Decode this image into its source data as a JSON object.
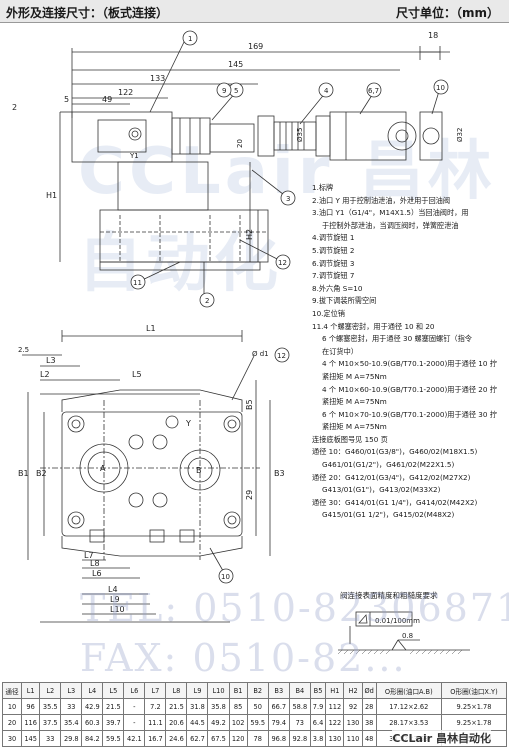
{
  "header": {
    "left": "外形及连接尺寸：（板式连接）",
    "right": "尺寸单位：（mm）"
  },
  "watermarks": {
    "brand": "CCLair 昌林自动化",
    "tel": "TEL: 0510-82306871",
    "fax": "FAX: 0510-82..."
  },
  "top_view": {
    "dims": [
      "169",
      "145",
      "133",
      "122",
      "49",
      "5",
      "2",
      "18",
      "H1",
      "H2",
      "Ø35",
      "Ø32",
      "20",
      "Y1"
    ],
    "balloons": [
      "1",
      "2",
      "3",
      "4",
      "5",
      "6,7",
      "9",
      "10",
      "11",
      "12"
    ]
  },
  "plan_view": {
    "dims": [
      "L1",
      "L2",
      "L3",
      "L5",
      "L6",
      "L7",
      "L8",
      "L4",
      "L9",
      "L10",
      "2.5",
      "B1",
      "B2",
      "B3",
      "B5",
      "29",
      "Ø d1"
    ],
    "ports": [
      "A",
      "B",
      "Y"
    ],
    "balloons": [
      "12",
      "10"
    ]
  },
  "notes": [
    "1.标牌",
    "2.油口 Y 用于控制油泄油，外泄用于回油阀",
    "3.油口 Y1（G1/4\"，M14X1.5）当回油阀时，用",
    "于控制外部泄油，当调压阀时，弹簧腔泄油",
    "4.调节旋钮 1",
    "5.调节旋钮 2",
    "6.调节旋钮 3",
    "7.调节旋钮 7",
    "8.外六角 S=10",
    "9.拔下调装所需空间",
    "10.定位销",
    "11.4 个螺塞密封，用于通径 10 和 20",
    "6 个螺塞密封，用于通径 30 螺塞固螺钉（指令",
    "在订货中）",
    "4 个 M10×50-10.9(GB/T70.1-2000)用于通径 10 拧",
    "紧扭矩 M A=75Nm",
    "4 个 M10×60-10.9(GB/T70.1-2000)用于通径 20 拧",
    "紧扭矩 M A=75Nm",
    "6 个 M10×70-10.9(GB/T70.1-2000)用于通径 30 拧",
    "紧扭矩 M A=75Nm",
    "连接底板图号见 150 页",
    "通径 10：G460/01(G3/8\")，G460/02(M18X1.5)",
    "G461/01(G1/2\")，G461/02(M22X1.5)",
    "通径 20：G412/01(G3/4\")，G412/02(M27X2)",
    "G413/01(G1\")，G413/02(M33X2)",
    "通径 30：G414/01(G1 1/4\")，G414/02(M42X2)",
    "G415/01(G1 1/2\")，G415/02(M48X2)"
  ],
  "surface": {
    "title": "阀连接表面精度和粗糙度要求",
    "flatness": "0.01/100mm",
    "roughness": "0.8"
  },
  "table": {
    "headers": [
      "通径",
      "L1",
      "L2",
      "L3",
      "L4",
      "L5",
      "L6",
      "L7",
      "L8",
      "L9",
      "L10",
      "B1",
      "B2",
      "B3",
      "B4",
      "B5",
      "H1",
      "H2",
      "Ød",
      "O形圈(油口A.B)",
      "O形圈(油口X.Y)"
    ],
    "rows": [
      [
        "10",
        "96",
        "35.5",
        "33",
        "42.9",
        "21.5",
        "-",
        "7.2",
        "21.5",
        "31.8",
        "35.8",
        "85",
        "50",
        "66.7",
        "58.8",
        "7.9",
        "112",
        "92",
        "28",
        "17.12×2.62",
        "9.25×1.78"
      ],
      [
        "20",
        "116",
        "37.5",
        "35.4",
        "60.3",
        "39.7",
        "-",
        "11.1",
        "20.6",
        "44.5",
        "49.2",
        "102",
        "59.5",
        "79.4",
        "73",
        "6.4",
        "122",
        "130",
        "38",
        "28.17×3.53",
        "9.25×1.78"
      ],
      [
        "30",
        "145",
        "33",
        "29.8",
        "84.2",
        "59.5",
        "42.1",
        "16.7",
        "24.6",
        "62.7",
        "67.5",
        "120",
        "78",
        "96.8",
        "92.8",
        "3.8",
        "130",
        "110",
        "48",
        "34.52×3.53",
        "9.25×1.78"
      ]
    ]
  },
  "logo": "CCLair 昌林自动化"
}
